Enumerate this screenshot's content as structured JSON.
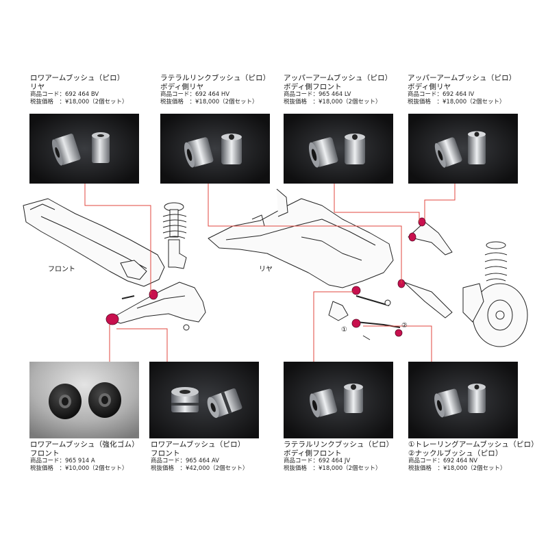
{
  "theme": {
    "photo_bg": "#0f0f10",
    "leader_line": "#e0443c",
    "bushing_highlight": "#c8104e"
  },
  "labels": {
    "front": "フロント",
    "rear": "リヤ",
    "marker_1": "①",
    "marker_2": "②"
  },
  "products": [
    {
      "name_line1": "ロワアームブッシュ（ピロ）",
      "name_line2": "リヤ",
      "code": "商品コード：692 464 BV",
      "price": "税抜価格　：¥18,000（2個セット）"
    },
    {
      "name_line1": "ラテラルリンクブッシュ（ピロ）",
      "name_line2": "ボディ側リヤ",
      "code": "商品コード：692 464 HV",
      "price": "税抜価格　：¥18,000（2個セット）"
    },
    {
      "name_line1": "アッパーアームブッシュ（ピロ）",
      "name_line2": "ボディ側フロント",
      "code": "商品コード：965 464 LV",
      "price": "税抜価格　：¥18,000（2個セット）"
    },
    {
      "name_line1": "アッパーアームブッシュ（ピロ）",
      "name_line2": "ボディ側リヤ",
      "code": "商品コード：692 464 IV",
      "price": "税抜価格　：¥18,000（2個セット）"
    },
    {
      "name_line1": "ロワアームブッシュ（強化ゴム）",
      "name_line2": "フロント",
      "code": "商品コード：965 914 A",
      "price": "税抜価格　：¥10,000（2個セット）"
    },
    {
      "name_line1": "ロワアームブッシュ（ピロ）",
      "name_line2": "フロント",
      "code": "商品コード：965 464 AV",
      "price": "税抜価格　：¥42,000（2個セット）"
    },
    {
      "name_line1": "ラテラルリンクブッシュ（ピロ）",
      "name_line2": "ボディ側フロント",
      "code": "商品コード：692 464 JV",
      "price": "税抜価格　：¥18,000（2個セット）"
    },
    {
      "name_line1": "①トレーリングアームブッシュ（ピロ）",
      "name_line2": "②ナックルブッシュ（ピロ）",
      "code": "商品コード：692 464 NV",
      "price": "税抜価格　：¥18,000（2個セット）"
    }
  ]
}
